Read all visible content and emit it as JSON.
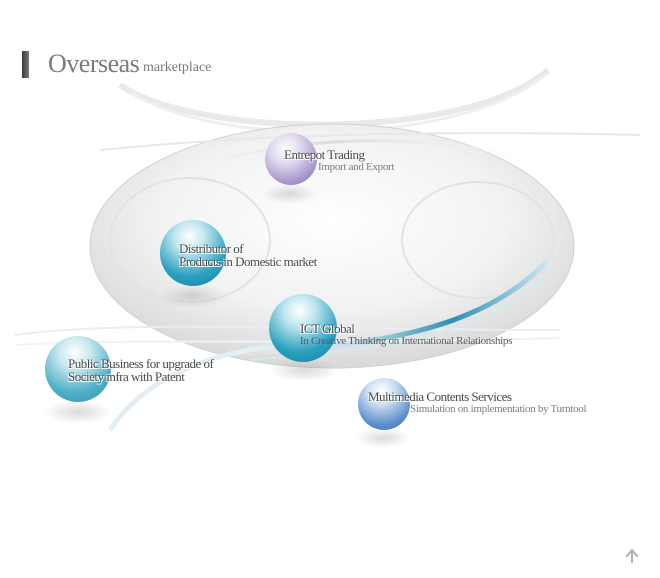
{
  "header": {
    "title": "Overseas",
    "subtitle": "marketplace"
  },
  "nodes": [
    {
      "id": "entrepot",
      "title": "Entrepot Trading",
      "subtitle": "Import and Export",
      "color": "#9d8cbf"
    },
    {
      "id": "distributor",
      "title_lines": [
        "Distributor of",
        "Products in Domestic market"
      ],
      "color": "#1f99b8"
    },
    {
      "id": "ict",
      "title": "ICT Global",
      "subtitle": "In Creative Thinking on International Relationships",
      "color": "#1f99b8"
    },
    {
      "id": "public",
      "title_lines": [
        "Public Business for upgrade of",
        "Society infra with Patent"
      ],
      "color": "#3aa7c0"
    },
    {
      "id": "multimedia",
      "title": "Multimedia Contents Services",
      "subtitle": "Simulation on implementation by Turntool",
      "color": "#4f86c4"
    }
  ],
  "icons": {
    "scroll_top": "arrow-up-icon"
  }
}
